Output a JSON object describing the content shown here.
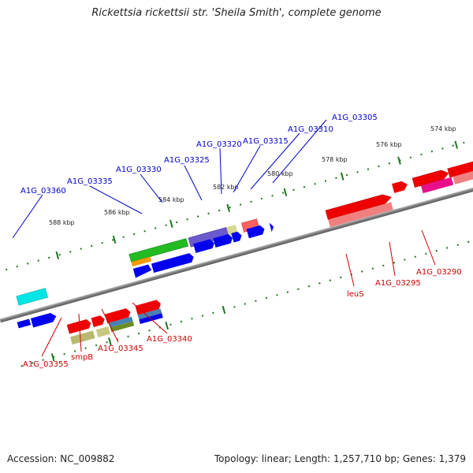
{
  "title": "Rickettsia rickettsii str. 'Sheila Smith', complete genome",
  "footer": {
    "accession": "Accession: NC_009882",
    "summary": "Topology: linear; Length: 1,257,710 bp; Genes: 1,379"
  },
  "colors": {
    "backbone": "#8a8a8a",
    "tick": "#1a7a1a",
    "label_top": "#0000cc",
    "label_bottom": "#cc0000"
  },
  "ticks": [
    "574 kbp",
    "576 kbp",
    "578 kbp",
    "580 kbp",
    "582 kbp",
    "584 kbp",
    "586 kbp",
    "588 kbp"
  ],
  "labels_top": [
    "A1G_03305",
    "A1G_03310",
    "A1G_03315",
    "A1G_03320",
    "A1G_03325",
    "A1G_03330",
    "A1G_03335",
    "A1G_03360"
  ],
  "labels_bottom": [
    "leuS",
    "A1G_03295",
    "A1G_03290",
    "A1G_03340",
    "A1G_03345",
    "smpB",
    "A1G_03355"
  ]
}
